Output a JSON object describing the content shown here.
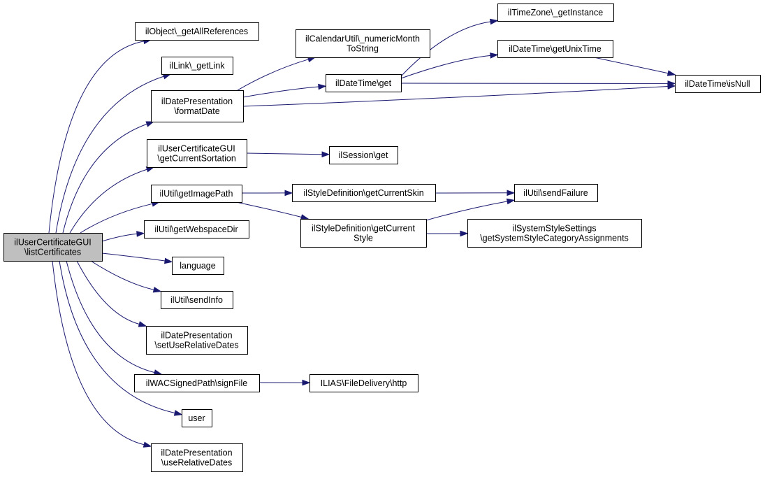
{
  "colors": {
    "edge": "#191970",
    "node_border": "#000000",
    "node_fill": "#ffffff",
    "root_fill": "#bfbfbf"
  },
  "nodes": {
    "root": {
      "lines": [
        "ilUserCertificateGUI",
        "\\listCertificates"
      ]
    },
    "object_refs": {
      "lines": [
        "ilObject\\_getAllReferences"
      ]
    },
    "link": {
      "lines": [
        "ilLink\\_getLink"
      ]
    },
    "date_format": {
      "lines": [
        "ilDatePresentation",
        "\\formatDate"
      ]
    },
    "cert_sort": {
      "lines": [
        "ilUserCertificateGUI",
        "\\getCurrentSortation"
      ]
    },
    "image_path": {
      "lines": [
        "ilUtil\\getImagePath"
      ]
    },
    "webspace": {
      "lines": [
        "ilUtil\\getWebspaceDir"
      ]
    },
    "language": {
      "lines": [
        "language"
      ]
    },
    "send_info": {
      "lines": [
        "ilUtil\\sendInfo"
      ]
    },
    "set_relative": {
      "lines": [
        "ilDatePresentation",
        "\\setUseRelativeDates"
      ]
    },
    "sign_file": {
      "lines": [
        "ilWACSignedPath\\signFile"
      ]
    },
    "user": {
      "lines": [
        "user"
      ]
    },
    "use_relative": {
      "lines": [
        "ilDatePresentation",
        "\\useRelativeDates"
      ]
    },
    "calendar": {
      "lines": [
        "ilCalendarUtil\\_numericMonth",
        "ToString"
      ]
    },
    "dt_get": {
      "lines": [
        "ilDateTime\\get"
      ]
    },
    "session": {
      "lines": [
        "ilSession\\get"
      ]
    },
    "skin": {
      "lines": [
        "ilStyleDefinition\\getCurrentSkin"
      ]
    },
    "style": {
      "lines": [
        "ilStyleDefinition\\getCurrent",
        "Style"
      ]
    },
    "http": {
      "lines": [
        "ILIAS\\FileDelivery\\http"
      ]
    },
    "timezone": {
      "lines": [
        "ilTimeZone\\_getInstance"
      ]
    },
    "unix": {
      "lines": [
        "ilDateTime\\getUnixTime"
      ]
    },
    "is_null": {
      "lines": [
        "ilDateTime\\isNull"
      ]
    },
    "send_failure": {
      "lines": [
        "ilUtil\\sendFailure"
      ]
    },
    "sys_style": {
      "lines": [
        "ilSystemStyleSettings",
        "\\getSystemStyleCategoryAssignments"
      ]
    }
  },
  "edges": [
    {
      "from": "root",
      "to": "object_refs"
    },
    {
      "from": "root",
      "to": "link"
    },
    {
      "from": "root",
      "to": "date_format"
    },
    {
      "from": "root",
      "to": "cert_sort"
    },
    {
      "from": "root",
      "to": "image_path"
    },
    {
      "from": "root",
      "to": "webspace"
    },
    {
      "from": "root",
      "to": "language"
    },
    {
      "from": "root",
      "to": "send_info"
    },
    {
      "from": "root",
      "to": "set_relative"
    },
    {
      "from": "root",
      "to": "sign_file"
    },
    {
      "from": "root",
      "to": "user"
    },
    {
      "from": "root",
      "to": "use_relative"
    },
    {
      "from": "date_format",
      "to": "calendar"
    },
    {
      "from": "date_format",
      "to": "dt_get"
    },
    {
      "from": "date_format",
      "to": "is_null"
    },
    {
      "from": "dt_get",
      "to": "timezone"
    },
    {
      "from": "dt_get",
      "to": "unix"
    },
    {
      "from": "dt_get",
      "to": "is_null"
    },
    {
      "from": "unix",
      "to": "is_null"
    },
    {
      "from": "cert_sort",
      "to": "session"
    },
    {
      "from": "image_path",
      "to": "skin"
    },
    {
      "from": "image_path",
      "to": "style"
    },
    {
      "from": "skin",
      "to": "send_failure"
    },
    {
      "from": "style",
      "to": "send_failure"
    },
    {
      "from": "style",
      "to": "sys_style"
    },
    {
      "from": "sign_file",
      "to": "http"
    }
  ]
}
